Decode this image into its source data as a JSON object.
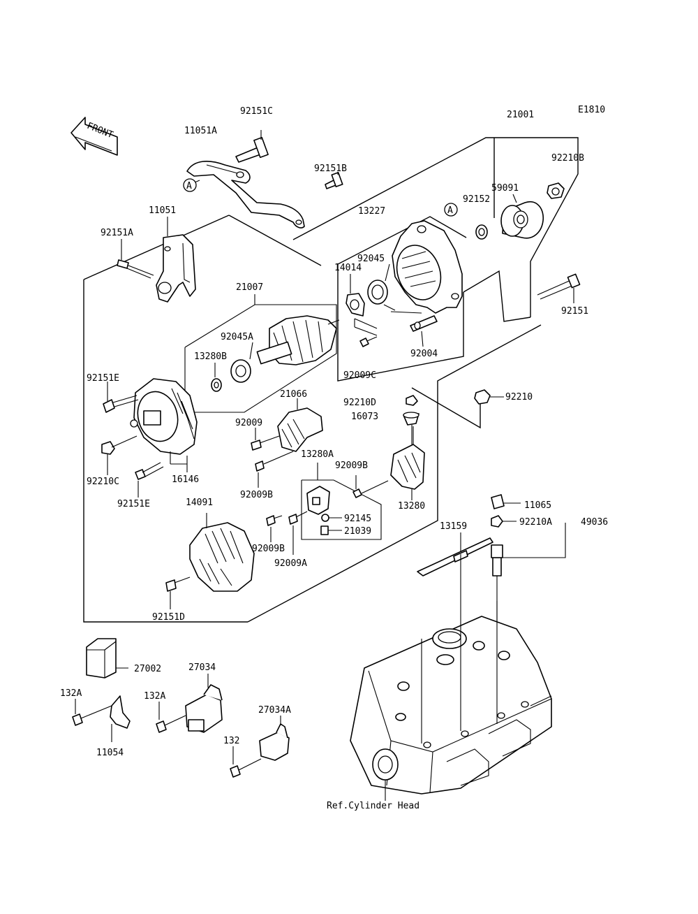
{
  "diagram": {
    "code": "E1810",
    "front_text": "FRONT",
    "reference_text": "Ref.Cylinder Head",
    "callout_letter": "A",
    "parts": {
      "p92151C": "92151C",
      "p11051A": "11051A",
      "p21001": "21001",
      "p92151B": "92151B",
      "p92210B": "92210B",
      "p59091": "59091",
      "p92152": "92152",
      "p13227": "13227",
      "p11051": "11051",
      "p92151A": "92151A",
      "p92045": "92045",
      "p14014": "14014",
      "p92151": "92151",
      "p21007": "21007",
      "p92045A": "92045A",
      "p13280B": "13280B",
      "p92004": "92004",
      "p92009C": "92009C",
      "p92151E_top": "92151E",
      "p21066": "21066",
      "p92210D": "92210D",
      "p92210": "92210",
      "p16073": "16073",
      "p92009": "92009",
      "p13280A": "13280A",
      "p92009B_right": "92009B",
      "p92210C": "92210C",
      "p16146": "16146",
      "p92151E_bottom": "92151E",
      "p92009B_mid": "92009B",
      "p13280": "13280",
      "p11065": "11065",
      "p14091": "14091",
      "p92145": "92145",
      "p92210A": "92210A",
      "p49036": "49036",
      "p13159": "13159",
      "p21039": "21039",
      "p92009B_low": "92009B",
      "p92009A": "92009A",
      "p92151D": "92151D",
      "p27002": "27002",
      "p27034": "27034",
      "p132A_left": "132A",
      "p132A_mid": "132A",
      "p27034A": "27034A",
      "p11054": "11054",
      "p132": "132"
    }
  }
}
